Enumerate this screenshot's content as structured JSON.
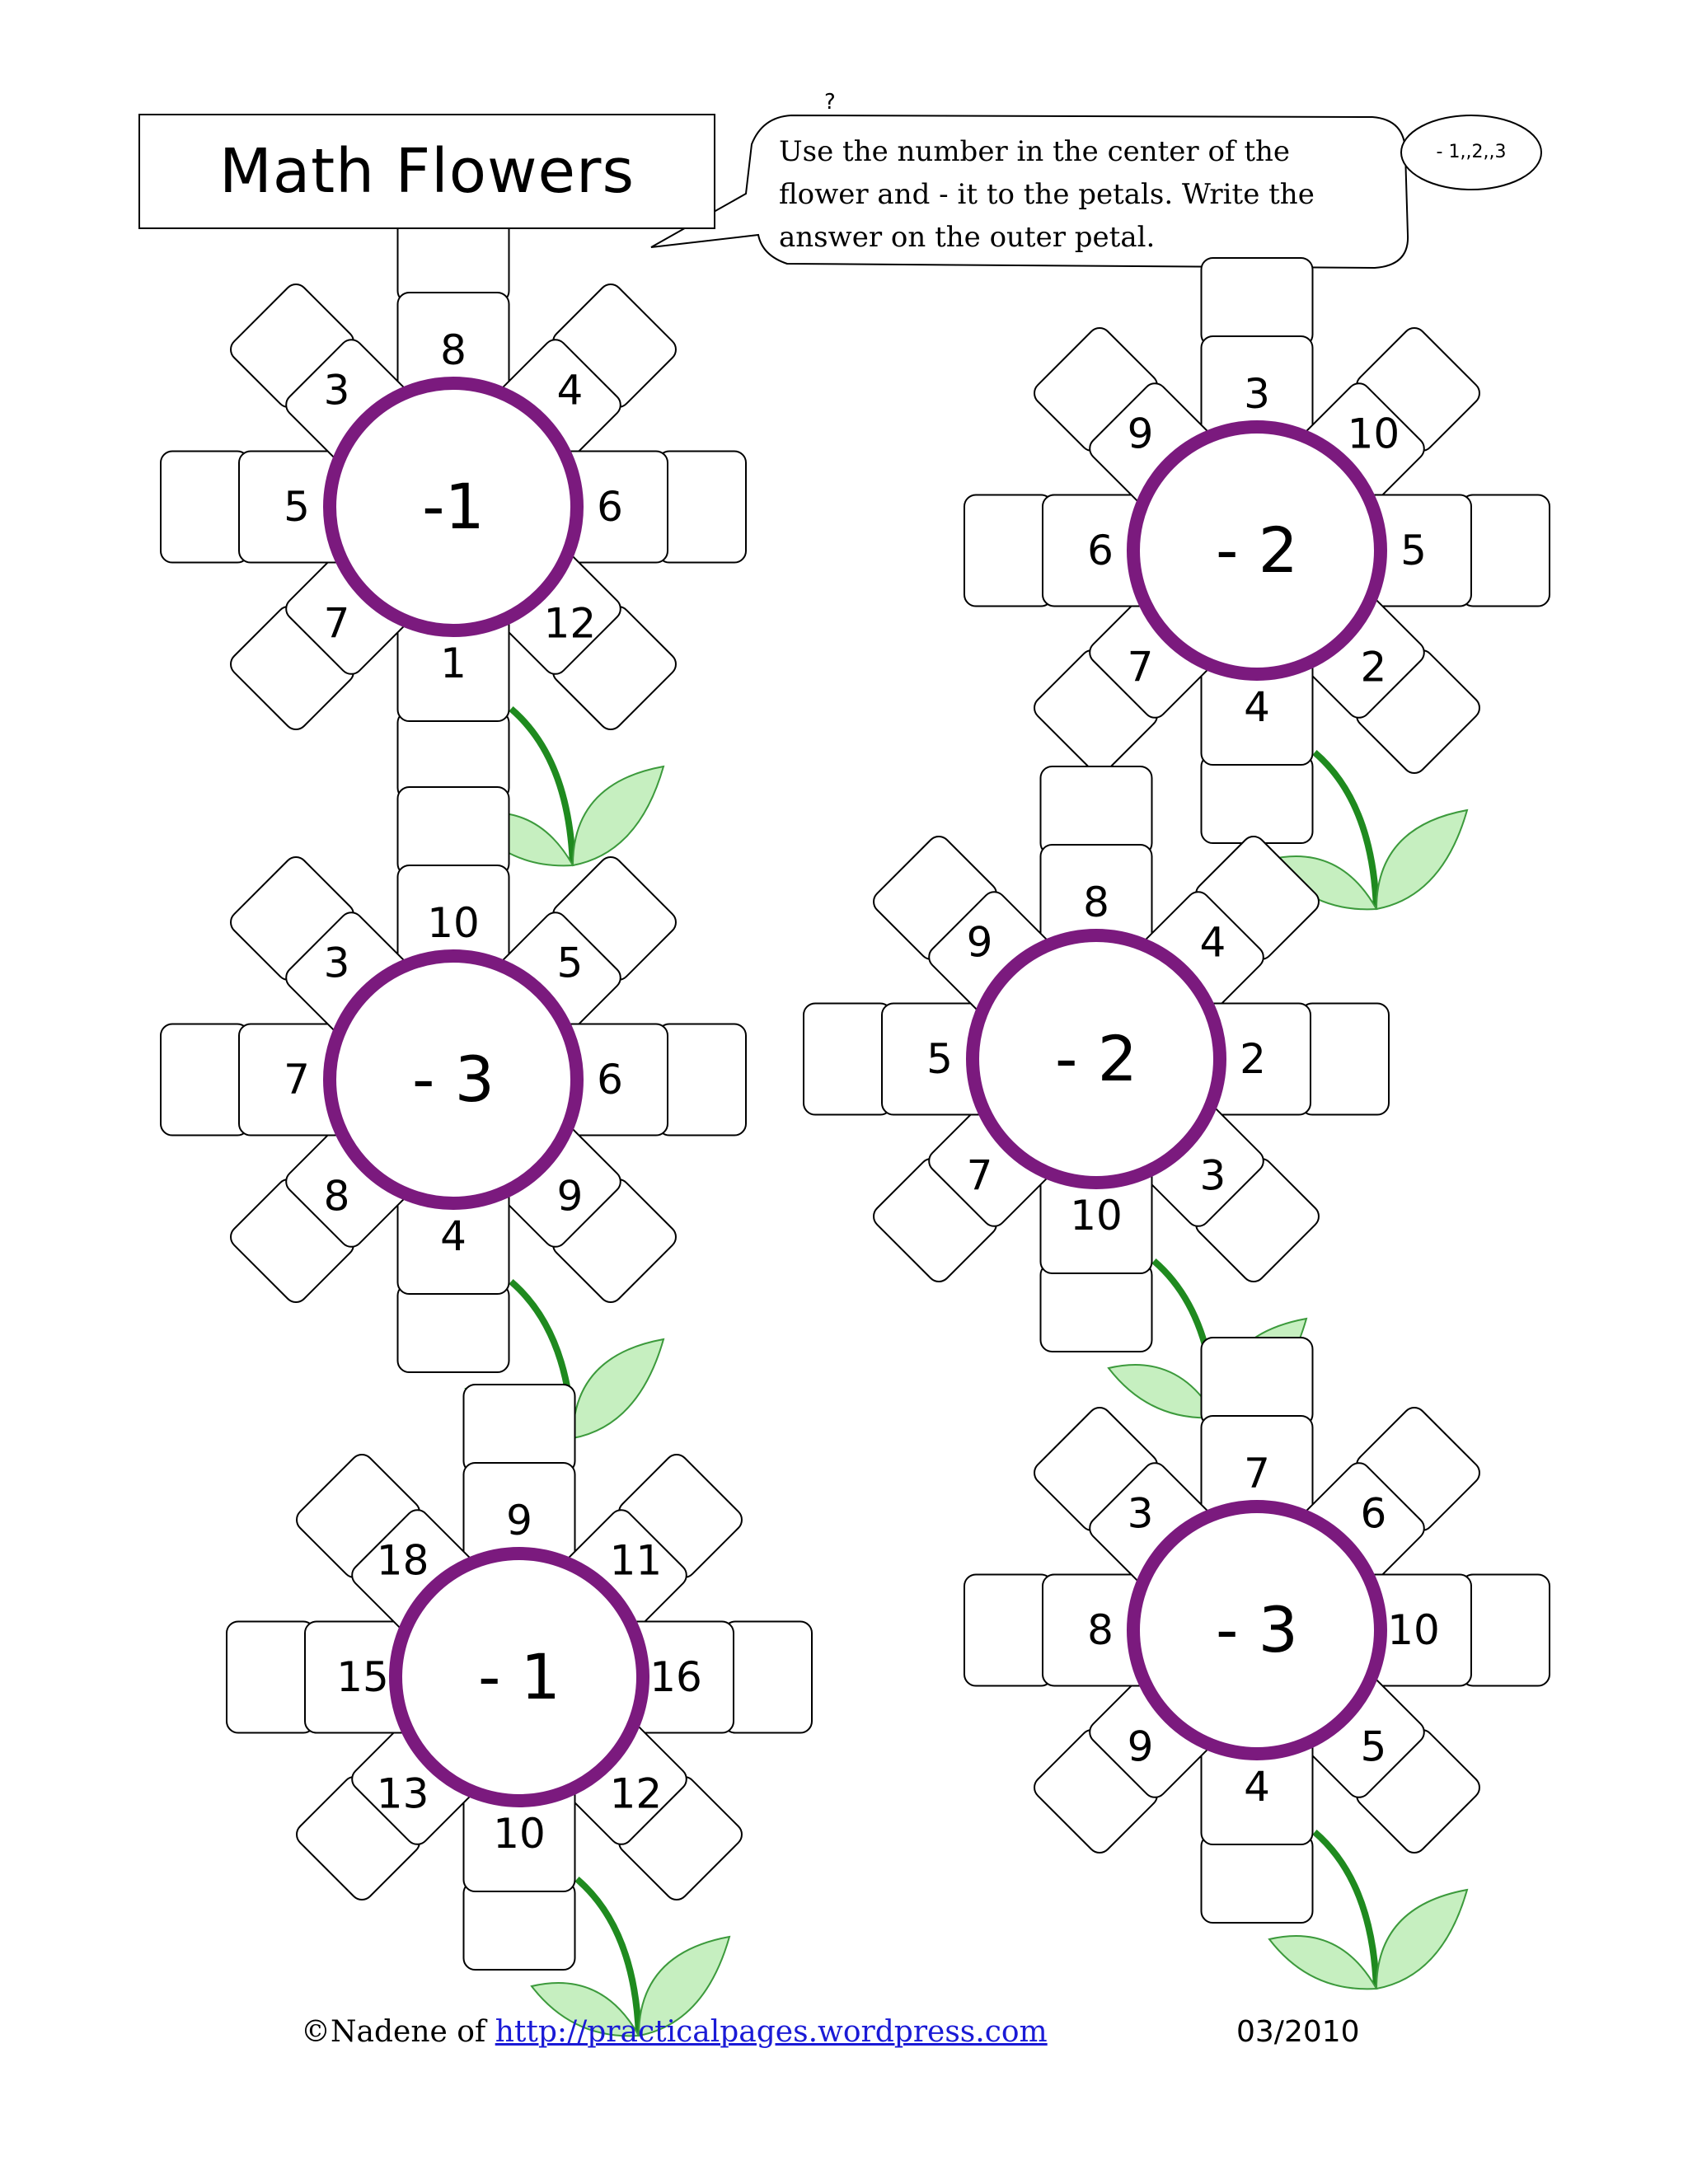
{
  "worksheet": {
    "title": "Math Flowers",
    "instruction": "Use the number in the center of the flower and - it to the petals.  Write the answer on the outer petal.",
    "bubble_tag": "- 1,,2,,3",
    "bubble_mark": "?",
    "footer_credit": "©Nadene of",
    "footer_link": "http://practicalpages.wordpress.com",
    "footer_date": "03/2010"
  },
  "colors": {
    "ring": "#7b1a7e",
    "stem": "#1f8a1f",
    "leaf_fill": "#c6efc0",
    "leaf_stroke": "#3c9a3c",
    "link": "#1a1ad6"
  },
  "flowers": [
    {
      "center": "-1",
      "petals": [
        "8",
        "4",
        "6",
        "12",
        "1",
        "7",
        "5",
        "3"
      ]
    },
    {
      "center": "- 2",
      "petals": [
        "3",
        "10",
        "5",
        "2",
        "4",
        "7",
        "6",
        "9"
      ]
    },
    {
      "center": "- 3",
      "petals": [
        "10",
        "5",
        "6",
        "9",
        "4",
        "8",
        "7",
        "3"
      ]
    },
    {
      "center": "- 2",
      "petals": [
        "8",
        "4",
        "2",
        "3",
        "10",
        "7",
        "5",
        "9"
      ]
    },
    {
      "center": "- 1",
      "petals": [
        "9",
        "11",
        "16",
        "12",
        "10",
        "13",
        "15",
        "18"
      ]
    },
    {
      "center": "- 3",
      "petals": [
        "7",
        "6",
        "10",
        "5",
        "4",
        "9",
        "8",
        "3"
      ]
    }
  ]
}
